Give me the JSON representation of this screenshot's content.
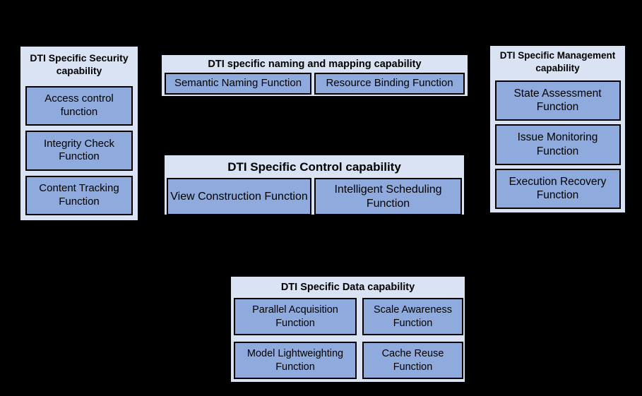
{
  "colors": {
    "background": "#000000",
    "group_fill": "#dae3f3",
    "function_fill": "#8faadc",
    "border": "#000000",
    "text": "#000000"
  },
  "groups": {
    "security": {
      "title": "DTI Specific Security capability",
      "items": [
        "Access control function",
        "Integrity Check Function",
        "Content Tracking Function"
      ]
    },
    "naming": {
      "title": "DTI specific naming and mapping capability",
      "items": [
        "Semantic Naming Function",
        "Resource Binding Function"
      ]
    },
    "management": {
      "title": "DTI Specific Management capability",
      "items": [
        "State Assessment Function",
        "Issue Monitoring Function",
        "Execution Recovery Function"
      ]
    },
    "control": {
      "title": "DTI Specific Control capability",
      "items": [
        "View Construction Function",
        "Intelligent Scheduling Function"
      ]
    },
    "data": {
      "title": "DTI Specific Data capability",
      "items": [
        "Parallel Acquisition Function",
        "Scale Awareness Function",
        "Model Lightweighting Function",
        "Cache Reuse Function"
      ]
    }
  }
}
